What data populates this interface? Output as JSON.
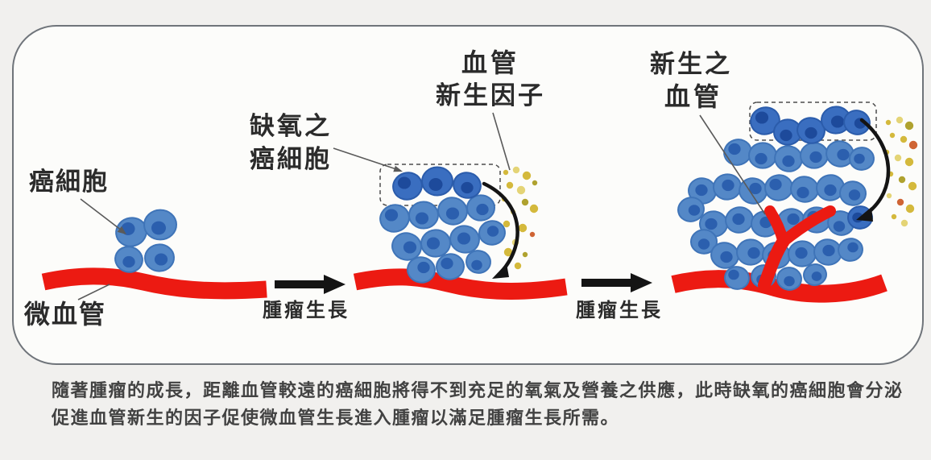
{
  "colors": {
    "background": "#f1f0ee",
    "panel_fill": "#fcfcfa",
    "panel_border": "#6f747a",
    "vessel_red": "#ec1a12",
    "cell_body": "#5488c7",
    "cell_body_stroke": "#3f74b8",
    "cell_nucleus": "#2b5fae",
    "cell_dark_body": "#3a6ec0",
    "cell_dark_stroke": "#2b5cab",
    "cell_dark_nucleus": "#1d4a9b",
    "arrow_black": "#141414",
    "dot_gold": "#d4b93c",
    "dot_olive": "#afa22f",
    "dot_orange": "#cf6434",
    "dot_pale": "#e4d476"
  },
  "stage1": {
    "cancer_cell_label": "癌細胞",
    "capillary_label": "微血管",
    "cells": [
      [
        163,
        288,
        19
      ],
      [
        199,
        279,
        20
      ],
      [
        160,
        322,
        17
      ],
      [
        198,
        320,
        18
      ]
    ]
  },
  "growth_arrow1": {
    "label": "腫瘤生長"
  },
  "stage2": {
    "hypoxic_label": [
      "缺氧之",
      "癌細胞"
    ],
    "factor_label": [
      "血管",
      "新生因子"
    ],
    "cells": [
      [
        490,
        271,
        18
      ],
      [
        526,
        267,
        18
      ],
      [
        562,
        262,
        18
      ],
      [
        597,
        258,
        17
      ],
      [
        505,
        306,
        18
      ],
      [
        541,
        302,
        18
      ],
      [
        577,
        297,
        18
      ],
      [
        611,
        289,
        16
      ],
      [
        523,
        335,
        17
      ],
      [
        559,
        331,
        17
      ],
      [
        594,
        325,
        15
      ]
    ],
    "cells_dark": [
      [
        506,
        231,
        18
      ],
      [
        543,
        225,
        19
      ],
      [
        580,
        230,
        17
      ]
    ],
    "factor_dots": [
      [
        628,
        214,
        "g"
      ],
      [
        641,
        211,
        "y"
      ],
      [
        654,
        218,
        "g"
      ],
      [
        664,
        227,
        "o"
      ],
      [
        633,
        230,
        "g"
      ],
      [
        647,
        236,
        "y"
      ],
      [
        626,
        247,
        "g"
      ],
      [
        652,
        251,
        "o"
      ],
      [
        663,
        259,
        "g"
      ],
      [
        637,
        263,
        "y"
      ],
      [
        629,
        278,
        "g"
      ],
      [
        649,
        283,
        "g"
      ],
      [
        661,
        291,
        "r"
      ],
      [
        640,
        301,
        "y"
      ],
      [
        631,
        313,
        "g"
      ],
      [
        652,
        316,
        "o"
      ],
      [
        643,
        330,
        "g"
      ]
    ]
  },
  "growth_arrow2": {
    "label": "腫瘤生長"
  },
  "stage3": {
    "new_vessel_label": [
      "新生之",
      "血管"
    ],
    "cells": [
      [
        916,
        189,
        17
      ],
      [
        947,
        193,
        17
      ],
      [
        979,
        197,
        17
      ],
      [
        1011,
        193,
        17
      ],
      [
        1043,
        191,
        17
      ],
      [
        1070,
        197,
        15
      ],
      [
        872,
        237,
        17
      ],
      [
        903,
        232,
        17
      ],
      [
        935,
        237,
        17
      ],
      [
        967,
        233,
        17
      ],
      [
        999,
        235,
        17
      ],
      [
        1031,
        233,
        17
      ],
      [
        1059,
        240,
        16
      ],
      [
        858,
        260,
        16
      ],
      [
        886,
        278,
        17
      ],
      [
        918,
        273,
        17
      ],
      [
        950,
        278,
        17
      ],
      [
        982,
        275,
        17
      ],
      [
        1014,
        273,
        17
      ],
      [
        1044,
        277,
        16
      ],
      [
        874,
        300,
        16
      ],
      [
        900,
        317,
        17
      ],
      [
        932,
        313,
        17
      ],
      [
        964,
        317,
        17
      ],
      [
        996,
        315,
        17
      ],
      [
        1028,
        313,
        17
      ],
      [
        1056,
        310,
        15
      ],
      [
        915,
        345,
        15
      ],
      [
        948,
        343,
        15
      ],
      [
        980,
        346,
        15
      ],
      [
        1012,
        341,
        14
      ]
    ],
    "cells_dark": [
      [
        950,
        150,
        18
      ],
      [
        978,
        164,
        17
      ],
      [
        1007,
        162,
        17
      ],
      [
        1038,
        149,
        18
      ],
      [
        1064,
        152,
        16
      ],
      [
        1068,
        270,
        15
      ]
    ],
    "factor_dots": [
      [
        1103,
        152,
        "g"
      ],
      [
        1117,
        149,
        "y"
      ],
      [
        1129,
        156,
        "o"
      ],
      [
        1108,
        168,
        "g"
      ],
      [
        1122,
        173,
        "g"
      ],
      [
        1134,
        180,
        "r"
      ],
      [
        1101,
        189,
        "g"
      ],
      [
        1115,
        196,
        "y"
      ],
      [
        1129,
        201,
        "g"
      ],
      [
        1106,
        216,
        "g"
      ],
      [
        1120,
        223,
        "o"
      ],
      [
        1133,
        231,
        "g"
      ],
      [
        1104,
        243,
        "y"
      ],
      [
        1118,
        251,
        "r"
      ],
      [
        1130,
        259,
        "g"
      ],
      [
        1110,
        269,
        "g"
      ],
      [
        1123,
        277,
        "y"
      ]
    ]
  },
  "caption": {
    "line1": "隨著腫瘤的成長，距離血管較遠的癌細胞將得不到充足的氧氣及營養之供應，此時缺氧的癌細胞會分泌",
    "line2": "促進血管新生的因子促使微血管生長進入腫瘤以滿足腫瘤生長所需。"
  }
}
